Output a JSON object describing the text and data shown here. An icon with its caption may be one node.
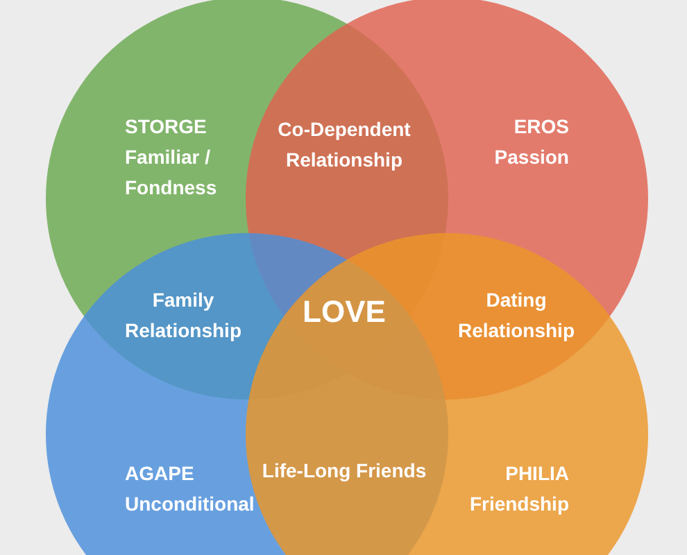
{
  "diagram": {
    "nodes": [
      {
        "text": [
          "STORGE",
          "Familiar / Fondness"
        ]
      },
      {
        "text": [
          "EROS",
          "Passion"
        ]
      },
      {
        "text": [
          "AGAPE",
          "Unconditional"
        ]
      },
      {
        "text": [
          "PHILIA",
          "Friendship"
        ]
      }
    ],
    "labels": [
      "Co-Dependent Relationship",
      "Family Relationship",
      "LOVE",
      "Dating Relationship",
      "Life-Long Friends"
    ]
  }
}
